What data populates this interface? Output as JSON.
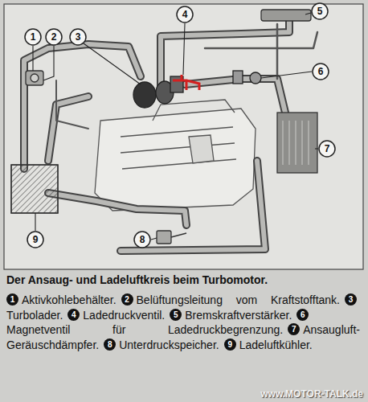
{
  "diagram": {
    "title": "Der Ansaug- und Ladeluftkreis beim Turbomotor.",
    "nodes": [
      {
        "text": [
          "1"
        ]
      },
      {
        "text": [
          "2"
        ]
      },
      {
        "text": [
          "3"
        ]
      },
      {
        "text": [
          "4"
        ]
      },
      {
        "text": [
          "5"
        ]
      },
      {
        "text": [
          "6"
        ]
      },
      {
        "text": [
          "7"
        ]
      },
      {
        "text": [
          "8"
        ]
      },
      {
        "text": [
          "9"
        ]
      },
      {
        "text": [
          "1",
          "Aktivkohlebehälter."
        ]
      },
      {
        "text": [
          "2",
          "Belüftungsleitung vom Kraftstofftank."
        ]
      },
      {
        "text": [
          "3",
          "Turbolader."
        ]
      },
      {
        "text": [
          "4",
          "Ladedruckventil."
        ]
      },
      {
        "text": [
          "5",
          "Bremskraftverstärker."
        ]
      },
      {
        "text": [
          "6",
          "Magnetventil für Ladedruckbegrenzung."
        ]
      },
      {
        "text": [
          "7",
          "Ansaugluft-Geräuschdämpfer."
        ]
      },
      {
        "text": [
          "8",
          "Unterdruckspeicher."
        ]
      },
      {
        "text": [
          "9",
          "Ladeluftkühler."
        ]
      }
    ],
    "labels": [
      "www.MOTOR-TALK.de"
    ]
  }
}
